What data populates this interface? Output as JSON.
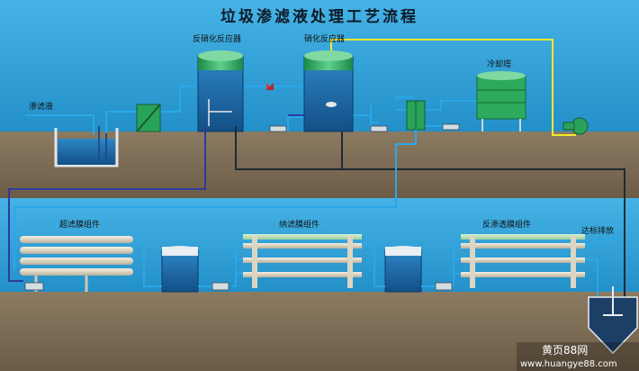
{
  "title": "垃圾渗滤液处理工艺流程",
  "labels": {
    "leachate": "渗滤液",
    "denitrification_reactor": "反硝化反应器",
    "nitrification_reactor": "硝化反应器",
    "cooling_tower": "冷却塔",
    "ultrafiltration": "超滤膜组件",
    "nanofiltration": "纳滤膜组件",
    "reverse_osmosis": "反渗透膜组件",
    "discharge": "达标排放"
  },
  "watermark": {
    "brand": "黄页88网",
    "url": "www.huangye88.com"
  },
  "colors": {
    "sky": "#2e9fd6",
    "ground": "#7b6b55",
    "water": "#1f74b6",
    "pipe": "#2aa7e8",
    "reactor_cap": "#2da85a",
    "air_line": "#f2ea2b",
    "sludge_line": "#2c3b9c"
  }
}
